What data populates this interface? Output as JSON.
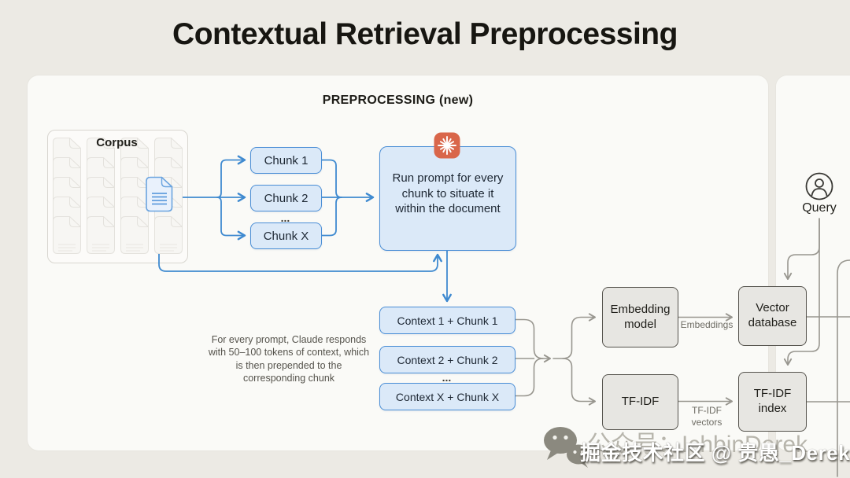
{
  "title": "Contextual Retrieval Preprocessing",
  "preprocessing_panel": {
    "header": "PREPROCESSING (new)",
    "corpus_label": "Corpus",
    "chunks": [
      "Chunk 1",
      "Chunk 2",
      "Chunk X"
    ],
    "chunks_ellipsis": "...",
    "prompt_box_text": "Run prompt for every chunk to situate it within the document",
    "note_text": "For every prompt, Claude responds with 50–100 tokens of context, which is then prepended to the corresponding chunk",
    "context_chunks": [
      "Context 1 + Chunk 1",
      "Context 2 + Chunk 2",
      "Context X + Chunk X"
    ],
    "context_ellipsis": "...",
    "embedding_model_label": "Embedding model",
    "tfidf_label": "TF-IDF",
    "vector_database_label": "Vector database",
    "tfidf_index_label": "TF-IDF index",
    "embeddings_edge_label": "Embeddings",
    "tfidf_vectors_edge_label": "TF-IDF vectors"
  },
  "runtime_panel": {
    "query_label": "Query"
  },
  "watermark": {
    "background_text": "公众号：IchbinDerek",
    "foreground_text": "掘金技术社区 @ 贵愚_Derek"
  },
  "icons": {
    "claude": "claude-starburst-icon",
    "query": "user-circle-icon",
    "wechat": "wechat-icon"
  },
  "colors": {
    "page_background": "#eceae4",
    "panel_background": "#fafaf7",
    "accent_blue": "#3f8ad0",
    "blue_box_fill": "#dbe9f8",
    "claude_orange": "#d9664a",
    "gray_box_fill": "#e7e6e2",
    "connector_gray": "#98968f"
  }
}
